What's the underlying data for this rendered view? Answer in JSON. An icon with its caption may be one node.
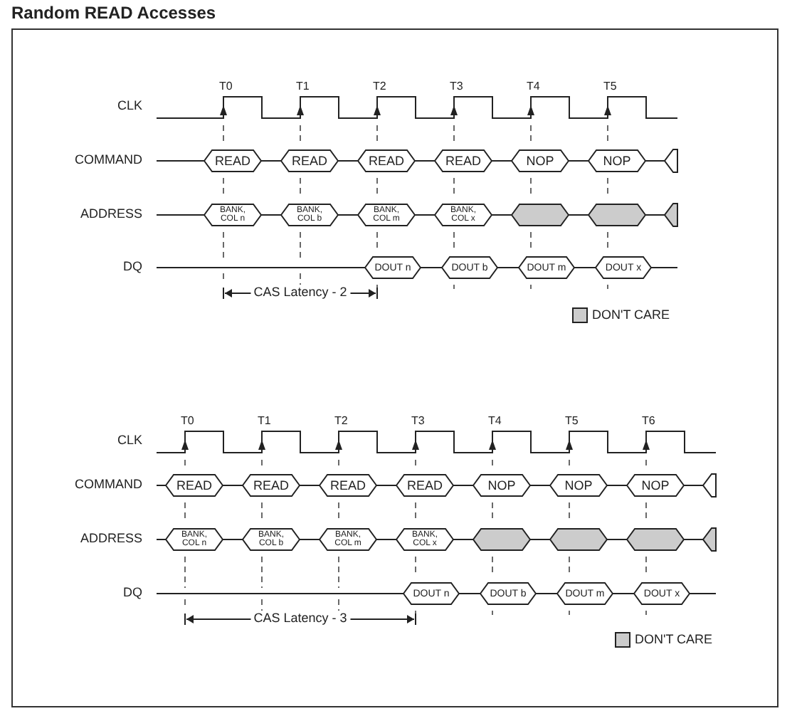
{
  "diagram": {
    "title": "Random READ Accesses",
    "nodes": [
      {
        "text": [
          "READ"
        ]
      },
      {
        "text": [
          "READ"
        ]
      },
      {
        "text": [
          "READ"
        ]
      },
      {
        "text": [
          "READ"
        ]
      },
      {
        "text": [
          "NOP"
        ]
      },
      {
        "text": [
          "NOP"
        ]
      },
      {
        "text": [
          "BANK, COL n"
        ]
      },
      {
        "text": [
          "BANK, COL b"
        ]
      },
      {
        "text": [
          "BANK, COL m"
        ]
      },
      {
        "text": [
          "BANK, COL x"
        ]
      },
      {
        "text": [],
        "shape": "hexagon"
      },
      {
        "text": [],
        "shape": "hexagon"
      },
      {
        "text": [
          "DOUT n"
        ]
      },
      {
        "text": [
          "DOUT b"
        ]
      },
      {
        "text": [
          "DOUT m"
        ]
      },
      {
        "text": [
          "DOUT x"
        ]
      },
      {
        "text": [
          "READ"
        ]
      },
      {
        "text": [
          "READ"
        ]
      },
      {
        "text": [
          "READ"
        ]
      },
      {
        "text": [
          "READ"
        ]
      },
      {
        "text": [
          "NOP"
        ]
      },
      {
        "text": [
          "NOP"
        ]
      },
      {
        "text": [
          "NOP"
        ]
      },
      {
        "text": [
          "BANK, COL n"
        ]
      },
      {
        "text": [
          "BANK, COL b"
        ]
      },
      {
        "text": [
          "BANK, COL m"
        ]
      },
      {
        "text": [
          "BANK, COL x"
        ]
      },
      {
        "text": [],
        "shape": "hexagon"
      },
      {
        "text": [],
        "shape": "hexagon"
      },
      {
        "text": [],
        "shape": "hexagon"
      },
      {
        "text": [
          "DOUT n"
        ]
      },
      {
        "text": [
          "DOUT b"
        ]
      },
      {
        "text": [
          "DOUT m"
        ]
      },
      {
        "text": [
          "DOUT x"
        ]
      }
    ],
    "edges": [],
    "labels": [
      "T0",
      "T1",
      "T2",
      "T3",
      "T4",
      "T5",
      "CLK",
      "COMMAND",
      "ADDRESS",
      "DQ",
      "CAS Latency - 2",
      "T0",
      "T1",
      "T2",
      "T3",
      "T4",
      "T5",
      "T6",
      "CLK",
      "COMMAND",
      "ADDRESS",
      "DQ",
      "CAS Latency - 3"
    ],
    "legend": [
      {
        "text": "DON'T CARE",
        "color": "#cccccc"
      },
      {
        "text": "DON'T CARE",
        "color": "#cccccc"
      }
    ]
  }
}
